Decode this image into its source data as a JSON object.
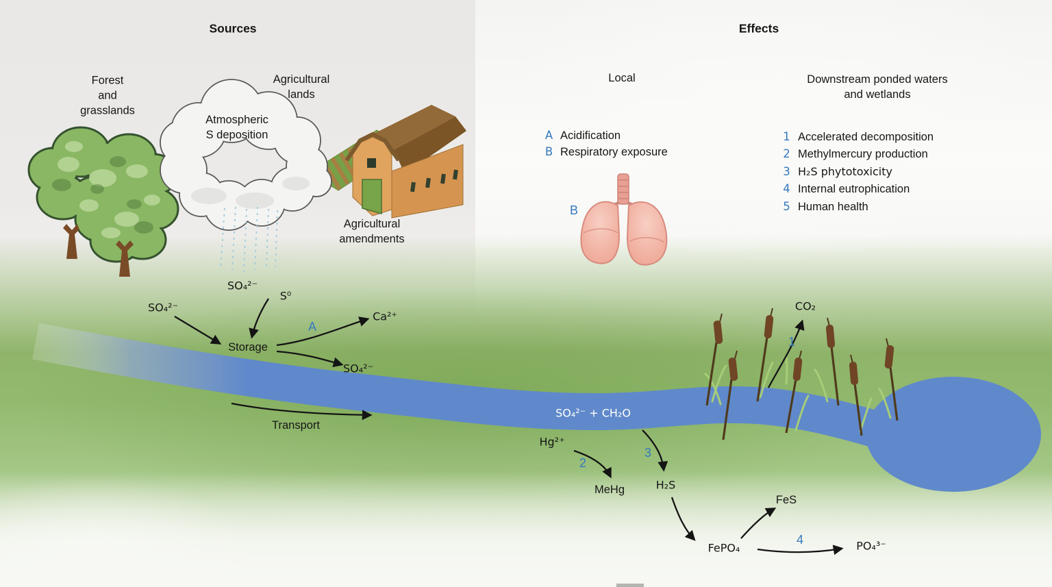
{
  "colors": {
    "accent_blue": "#3579be",
    "river_blue": "#6089cb",
    "grass_green": "#92ba6e",
    "ink_black": "#141414",
    "lungs_pink": "#f0b4a6",
    "cattail_brown": "#6f4526",
    "canopy_green": "#8ab763"
  },
  "sources_panel": {
    "title": "Sources",
    "forest_label": "Forest\nand\ngrasslands",
    "agricultural_lands_label": "Agricultural\nlands",
    "cloud_label": "Atmospheric\nS deposition",
    "amendments_label": "Agricultural\namendments",
    "chem": {
      "so4_left": "SO₄²⁻",
      "so4_top": "SO₄²⁻",
      "s0": "S⁰",
      "storage": "Storage",
      "a_key": "A",
      "ca": "Ca²⁺",
      "so4_out": "SO₄²⁻",
      "transport": "Transport"
    }
  },
  "effects_panel": {
    "title": "Effects",
    "local_title": "Local",
    "downstream_title": "Downstream ponded waters\nand wetlands",
    "legend": [
      {
        "key": "A",
        "label": "Acidification"
      },
      {
        "key": "B",
        "label": "Respiratory exposure"
      }
    ],
    "lungs_key": "B",
    "numbered": [
      {
        "num": "1",
        "label": "Accelerated decomposition"
      },
      {
        "num": "2",
        "label": "Methylmercury production"
      },
      {
        "num": "3",
        "label": "H₂S phytotoxicity"
      },
      {
        "num": "4",
        "label": "Internal eutrophication"
      },
      {
        "num": "5",
        "label": "Human health"
      }
    ]
  },
  "stream_labels": {
    "co2": "CO₂",
    "n1": "1",
    "so4_ch2o": "SO₄²⁻ + CH₂O",
    "hg": "Hg²⁺",
    "n2": "2",
    "mehg": "MeHg",
    "n3": "3",
    "h2s": "H₂S",
    "fes": "FeS",
    "fepo4": "FePO₄",
    "n4": "4",
    "po4": "PO₄³⁻"
  }
}
